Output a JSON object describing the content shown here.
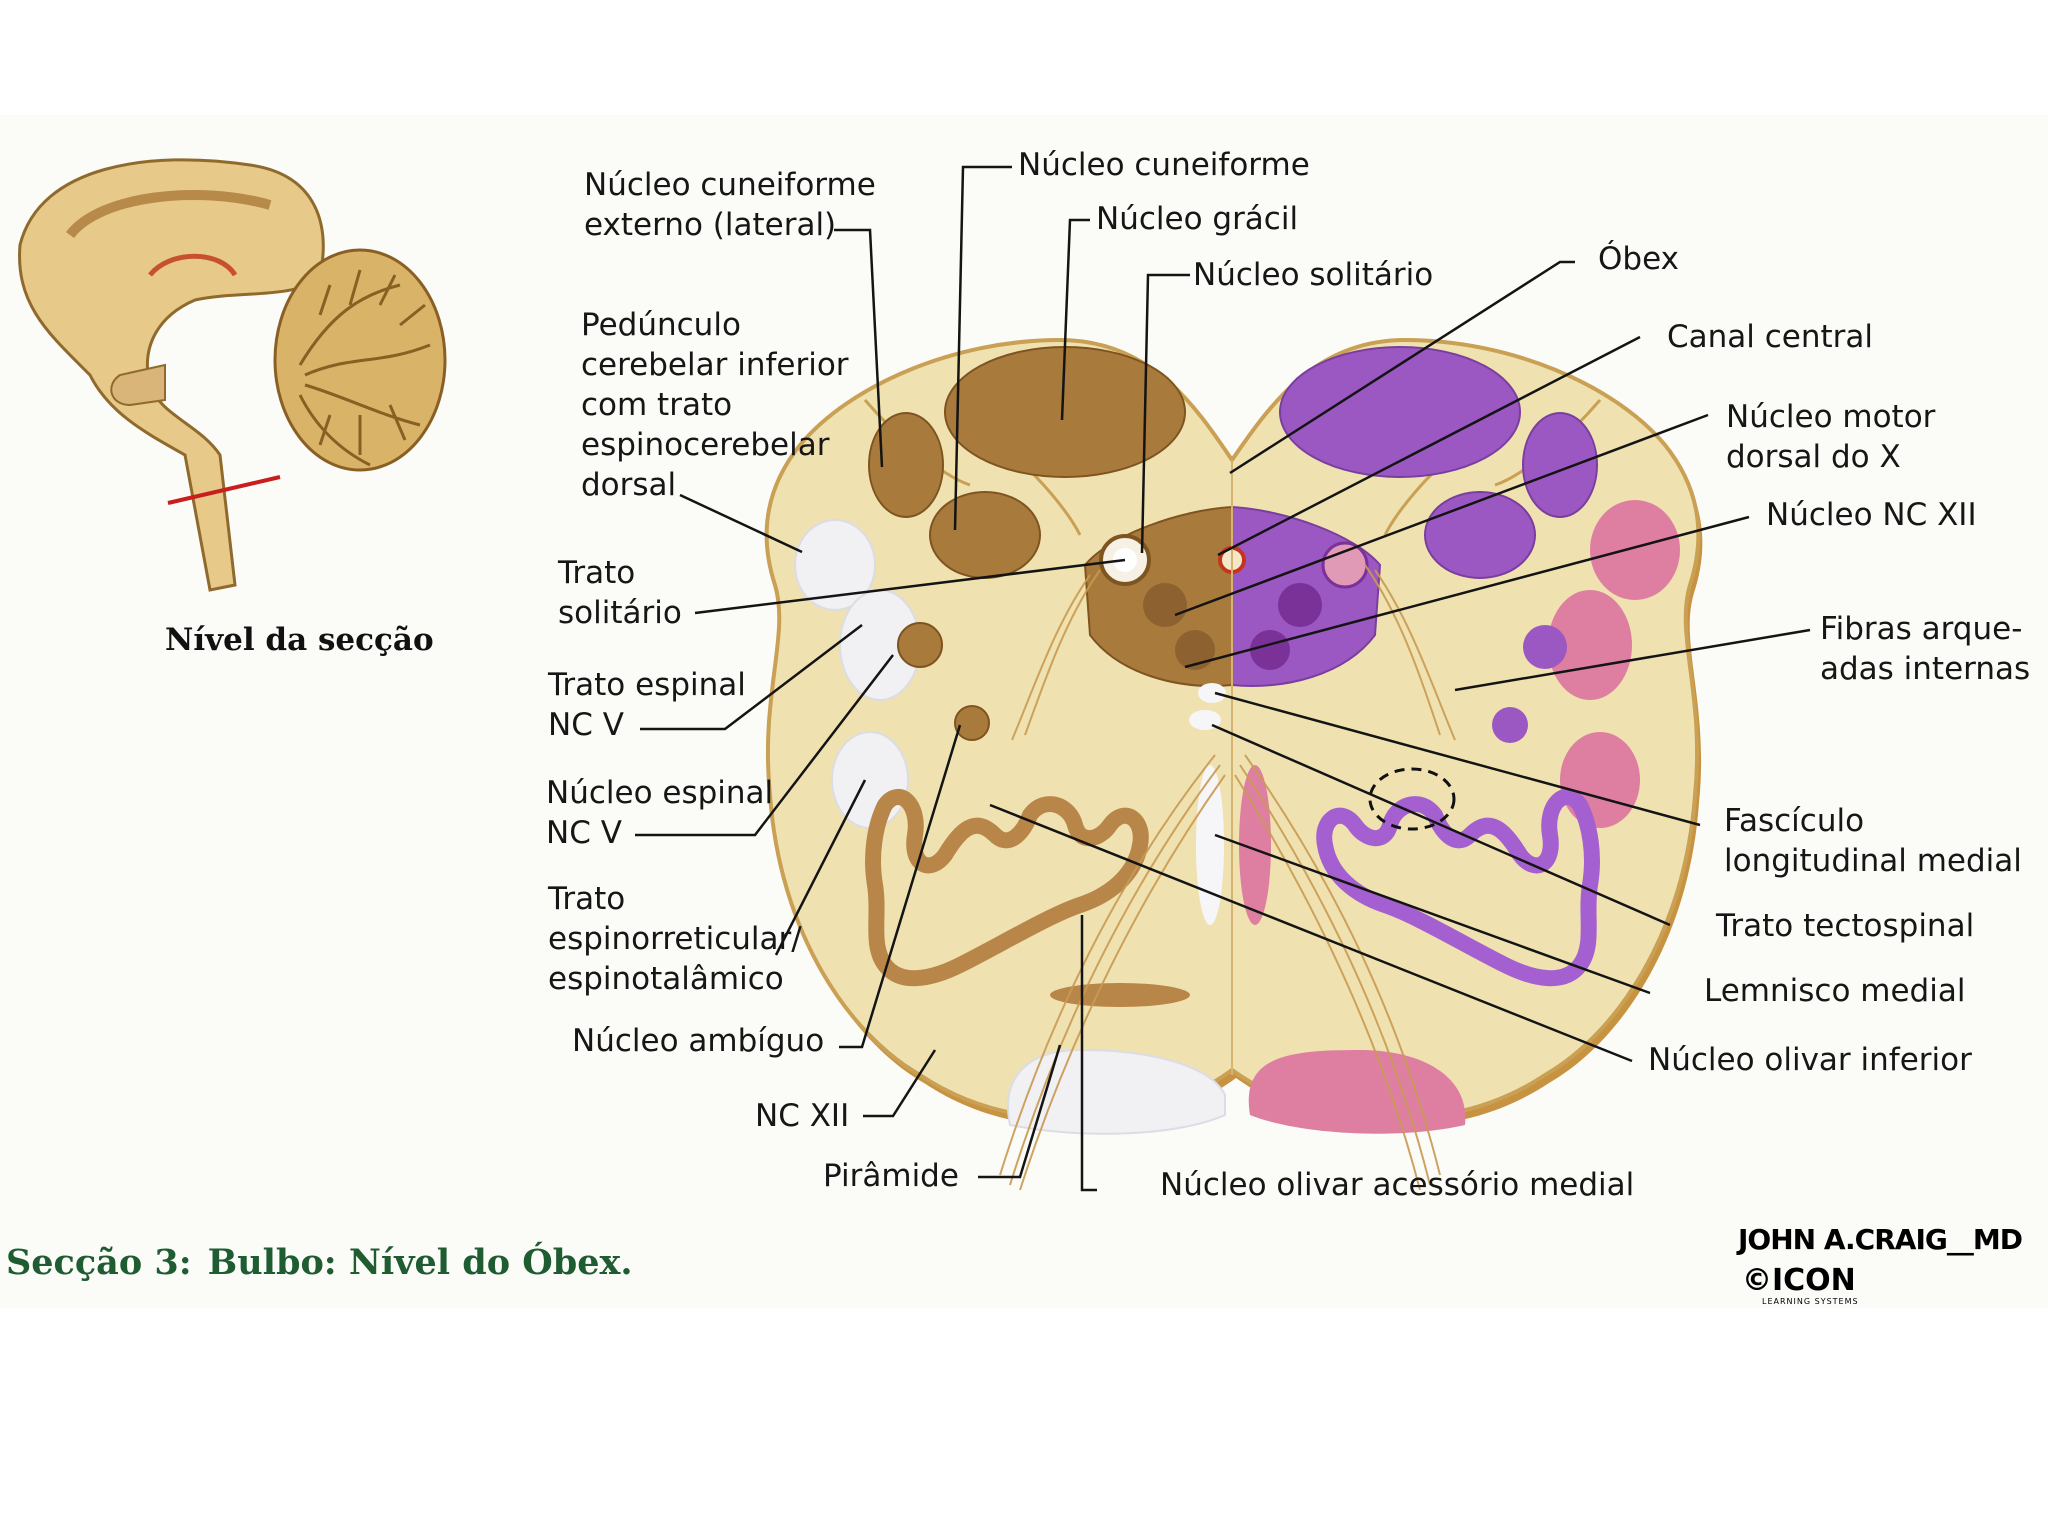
{
  "title": {
    "section": "Secção 3:",
    "name": "Bulbo: Nível do Óbex."
  },
  "inset_caption": "Nível da secção",
  "labels_left": [
    {
      "key": "cuneiforme_externo",
      "lines": [
        "Núcleo cuneiforme",
        "externo (lateral)"
      ]
    },
    {
      "key": "pedunculo",
      "lines": [
        "Pedúnculo",
        "cerebelar inferior",
        "com trato",
        "espinocerebelar",
        "dorsal"
      ]
    },
    {
      "key": "trato_solitario",
      "lines": [
        "Trato",
        "solitário"
      ]
    },
    {
      "key": "trato_espinal",
      "lines": [
        "Trato espinal",
        "NC V"
      ]
    },
    {
      "key": "nucleo_espinal",
      "lines": [
        "Núcleo espinal",
        "NC V"
      ]
    },
    {
      "key": "espinorreticular",
      "lines": [
        "Trato",
        "espinorreticular/",
        "espinotalâmico"
      ]
    },
    {
      "key": "ambiguo",
      "lines": [
        "Núcleo ambíguo"
      ]
    },
    {
      "key": "nc12_left",
      "lines": [
        "NC XII"
      ]
    },
    {
      "key": "piramide",
      "lines": [
        "Pirâmide"
      ]
    }
  ],
  "labels_top": [
    {
      "key": "cuneiforme",
      "lines": [
        "Núcleo cuneiforme"
      ]
    },
    {
      "key": "gracil",
      "lines": [
        "Núcleo grácil"
      ]
    },
    {
      "key": "solitario_nucleo",
      "lines": [
        "Núcleo solitário"
      ]
    }
  ],
  "labels_right": [
    {
      "key": "obex",
      "lines": [
        "Óbex"
      ]
    },
    {
      "key": "canal",
      "lines": [
        "Canal central"
      ]
    },
    {
      "key": "motor_x",
      "lines": [
        "Núcleo motor",
        "dorsal do X"
      ]
    },
    {
      "key": "nc12",
      "lines": [
        "Núcleo NC XII"
      ]
    },
    {
      "key": "fibras",
      "lines": [
        "Fibras arque-",
        "adas internas"
      ]
    },
    {
      "key": "fasciculo",
      "lines": [
        "Fascículo",
        "longitudinal medial"
      ]
    },
    {
      "key": "tectospinal",
      "lines": [
        "Trato tectospinal"
      ]
    },
    {
      "key": "lemnisco",
      "lines": [
        "Lemnisco medial"
      ]
    },
    {
      "key": "olivar_inferior",
      "lines": [
        "Núcleo olivar inferior"
      ]
    }
  ],
  "labels_bottom": [
    {
      "key": "olivar_acessorio",
      "lines": [
        "Núcleo olivar acessório medial"
      ]
    }
  ],
  "credit": {
    "signature": "JOHN A.CRAIG__MD",
    "logo": "©ICON",
    "logo_sub": "LEARNING SYSTEMS"
  },
  "colors": {
    "title_green": "#1f5c32",
    "background_cream": "#efe2b0",
    "nucleus_brown": "#a87a3c",
    "purple": "#8e4ab8",
    "pink": "#d97a9e",
    "white_tract": "#f2f2f6",
    "leader_line": "#141414"
  }
}
